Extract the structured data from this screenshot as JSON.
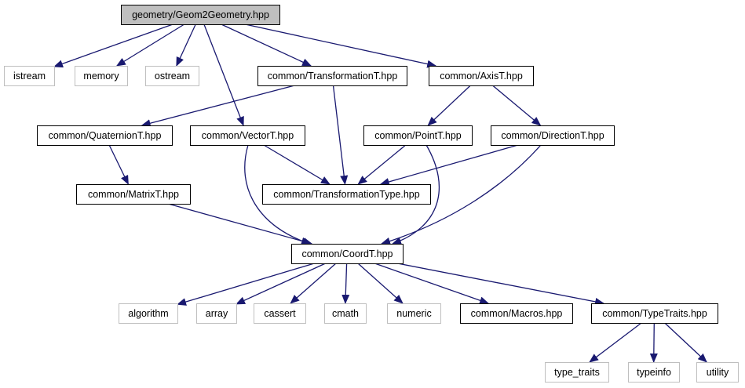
{
  "diagram": {
    "type": "include-dependency-graph",
    "edge_color": "#191970",
    "root_fill": "#bfbfbf",
    "internal_border": "#000000",
    "external_border": "#bfbfbf",
    "nodes": [
      {
        "id": "root",
        "label": "geometry/Geom2Geometry.hpp",
        "kind": "root"
      },
      {
        "id": "istream",
        "label": "istream",
        "kind": "external"
      },
      {
        "id": "memory",
        "label": "memory",
        "kind": "external"
      },
      {
        "id": "ostream",
        "label": "ostream",
        "kind": "external"
      },
      {
        "id": "transformationT",
        "label": "common/TransformationT.hpp",
        "kind": "internal"
      },
      {
        "id": "axisT",
        "label": "common/AxisT.hpp",
        "kind": "internal"
      },
      {
        "id": "quaternionT",
        "label": "common/QuaternionT.hpp",
        "kind": "internal"
      },
      {
        "id": "vectorT",
        "label": "common/VectorT.hpp",
        "kind": "internal"
      },
      {
        "id": "pointT",
        "label": "common/PointT.hpp",
        "kind": "internal"
      },
      {
        "id": "directionT",
        "label": "common/DirectionT.hpp",
        "kind": "internal"
      },
      {
        "id": "matrixT",
        "label": "common/MatrixT.hpp",
        "kind": "internal"
      },
      {
        "id": "transformationType",
        "label": "common/TransformationType.hpp",
        "kind": "internal"
      },
      {
        "id": "coordT",
        "label": "common/CoordT.hpp",
        "kind": "internal"
      },
      {
        "id": "algorithm",
        "label": "algorithm",
        "kind": "external"
      },
      {
        "id": "array",
        "label": "array",
        "kind": "external"
      },
      {
        "id": "cassert",
        "label": "cassert",
        "kind": "external"
      },
      {
        "id": "cmath",
        "label": "cmath",
        "kind": "external"
      },
      {
        "id": "numeric",
        "label": "numeric",
        "kind": "external"
      },
      {
        "id": "macros",
        "label": "common/Macros.hpp",
        "kind": "internal"
      },
      {
        "id": "typeTraits",
        "label": "common/TypeTraits.hpp",
        "kind": "internal"
      },
      {
        "id": "type_traits",
        "label": "type_traits",
        "kind": "external"
      },
      {
        "id": "typeinfo",
        "label": "typeinfo",
        "kind": "external"
      },
      {
        "id": "utility",
        "label": "utility",
        "kind": "external"
      }
    ],
    "edges": [
      {
        "from": "root",
        "to": "istream"
      },
      {
        "from": "root",
        "to": "memory"
      },
      {
        "from": "root",
        "to": "ostream"
      },
      {
        "from": "root",
        "to": "vectorT"
      },
      {
        "from": "root",
        "to": "transformationT"
      },
      {
        "from": "root",
        "to": "axisT"
      },
      {
        "from": "transformationT",
        "to": "quaternionT"
      },
      {
        "from": "transformationT",
        "to": "transformationType"
      },
      {
        "from": "axisT",
        "to": "pointT"
      },
      {
        "from": "axisT",
        "to": "directionT"
      },
      {
        "from": "quaternionT",
        "to": "matrixT"
      },
      {
        "from": "vectorT",
        "to": "transformationType"
      },
      {
        "from": "vectorT",
        "to": "coordT"
      },
      {
        "from": "pointT",
        "to": "transformationType"
      },
      {
        "from": "pointT",
        "to": "coordT"
      },
      {
        "from": "directionT",
        "to": "transformationType"
      },
      {
        "from": "directionT",
        "to": "coordT"
      },
      {
        "from": "matrixT",
        "to": "coordT"
      },
      {
        "from": "coordT",
        "to": "algorithm"
      },
      {
        "from": "coordT",
        "to": "array"
      },
      {
        "from": "coordT",
        "to": "cassert"
      },
      {
        "from": "coordT",
        "to": "cmath"
      },
      {
        "from": "coordT",
        "to": "numeric"
      },
      {
        "from": "coordT",
        "to": "macros"
      },
      {
        "from": "coordT",
        "to": "typeTraits"
      },
      {
        "from": "typeTraits",
        "to": "type_traits"
      },
      {
        "from": "typeTraits",
        "to": "typeinfo"
      },
      {
        "from": "typeTraits",
        "to": "utility"
      }
    ]
  }
}
